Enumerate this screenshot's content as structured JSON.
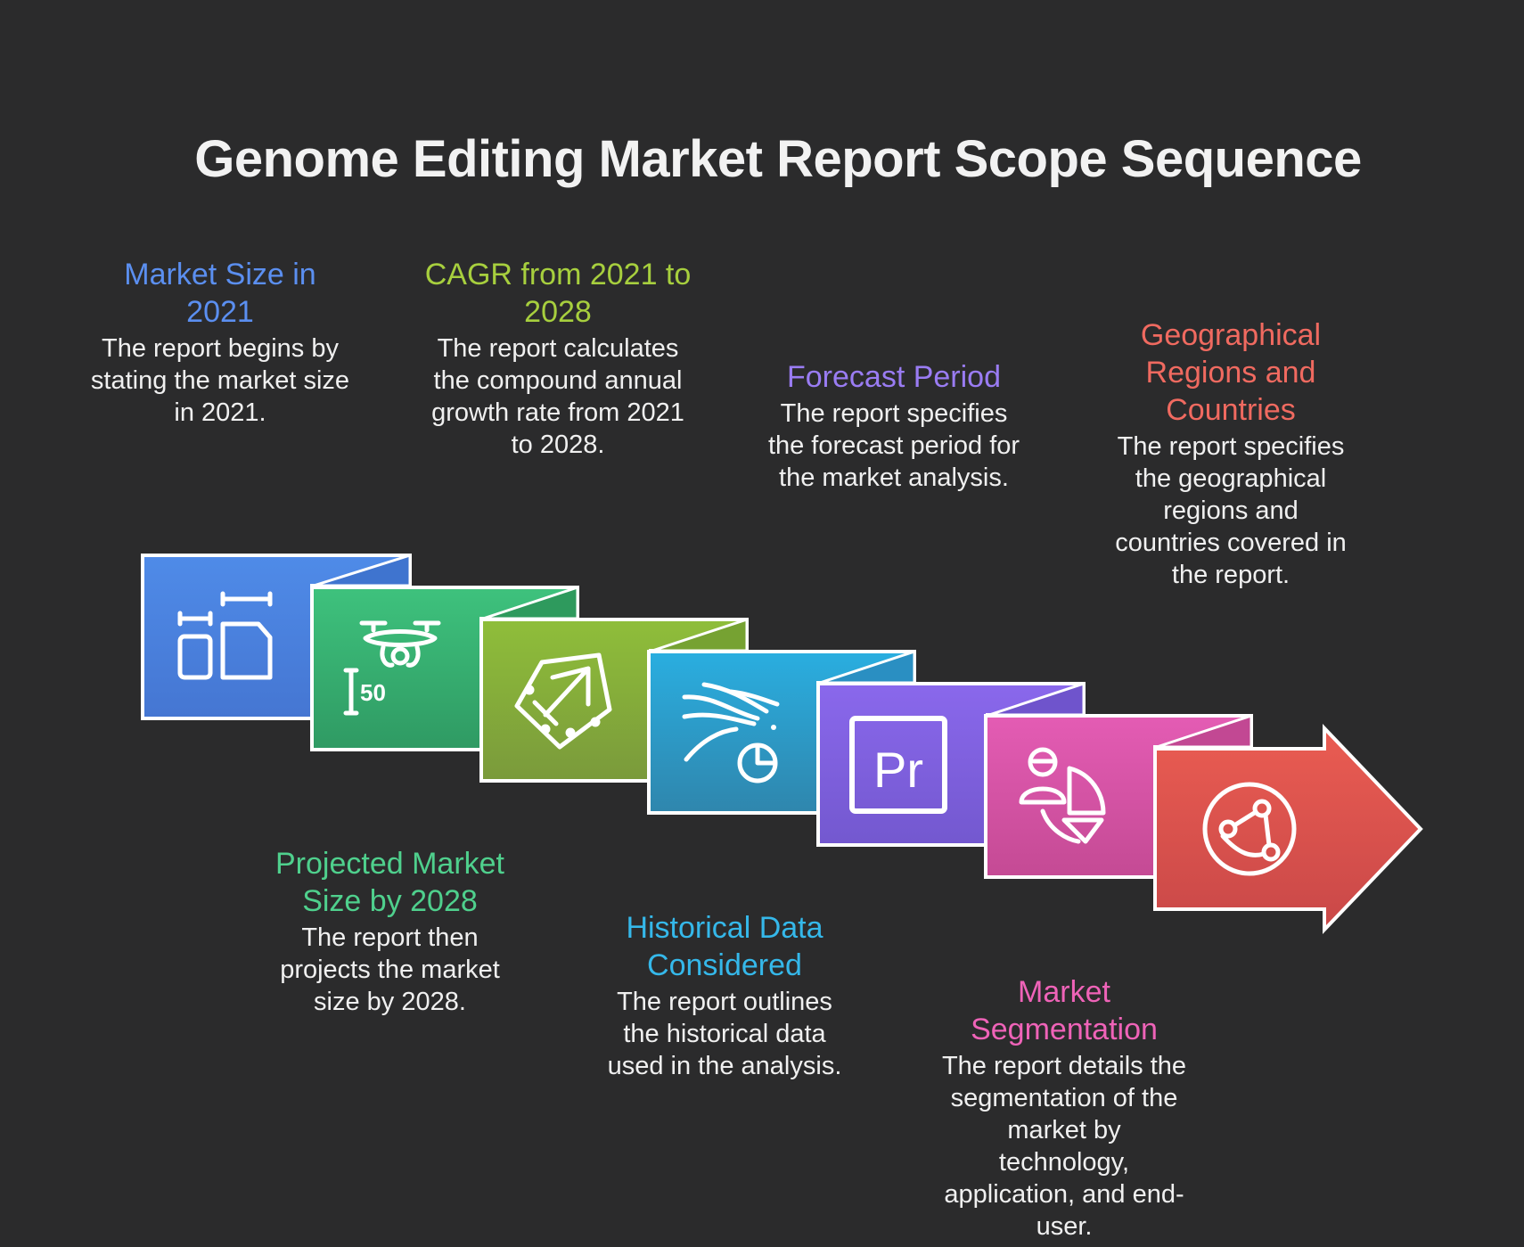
{
  "title": "Genome Editing Market Report Scope Sequence",
  "steps": [
    {
      "title": "Market Size in 2021",
      "description": "The report begins by stating the market size in 2021.",
      "color": "#4f86e4",
      "icon": "size-measure-icon"
    },
    {
      "title": "Projected Market Size by 2028",
      "description": "The report then projects the market size by 2028.",
      "color": "#3dbf7c",
      "icon": "drone-icon"
    },
    {
      "title": "CAGR from 2021 to 2028",
      "description": "The report calculates the compound annual growth rate from 2021 to 2028.",
      "color": "#8dbb3a",
      "icon": "growth-arrow-icon"
    },
    {
      "title": "Historical Data Considered",
      "description": "The report outlines the historical data used in the analysis.",
      "color": "#2aa8d8",
      "icon": "wind-clock-icon"
    },
    {
      "title": "Forecast Period",
      "description": "The report specifies the forecast period for the market analysis.",
      "color": "#8466e6",
      "icon": "premiere-pr-icon"
    },
    {
      "title": "Market Segmentation",
      "description": "The report details the segmentation of the market by technology, application, and end-user.",
      "color": "#e055a8",
      "icon": "user-pie-icon"
    },
    {
      "title": "Geographical Regions and Countries",
      "description": "The report specifies the geographical regions and countries covered in the report.",
      "color": "#e45b55",
      "icon": "globe-network-icon"
    }
  ]
}
